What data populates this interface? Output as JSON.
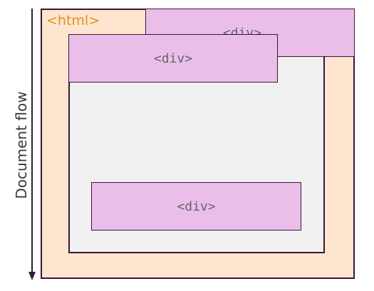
{
  "flow_label": "Document flow",
  "html_label": "<html>",
  "divs": {
    "absolute": "<div>",
    "top": "<div>",
    "bottom": "<div>"
  },
  "colors": {
    "html_fill": "#fde5cf",
    "html_label": "#e3921a",
    "body_fill": "#f0f0f0",
    "div_fill": "#ebbeea",
    "border": "#3a1636"
  }
}
